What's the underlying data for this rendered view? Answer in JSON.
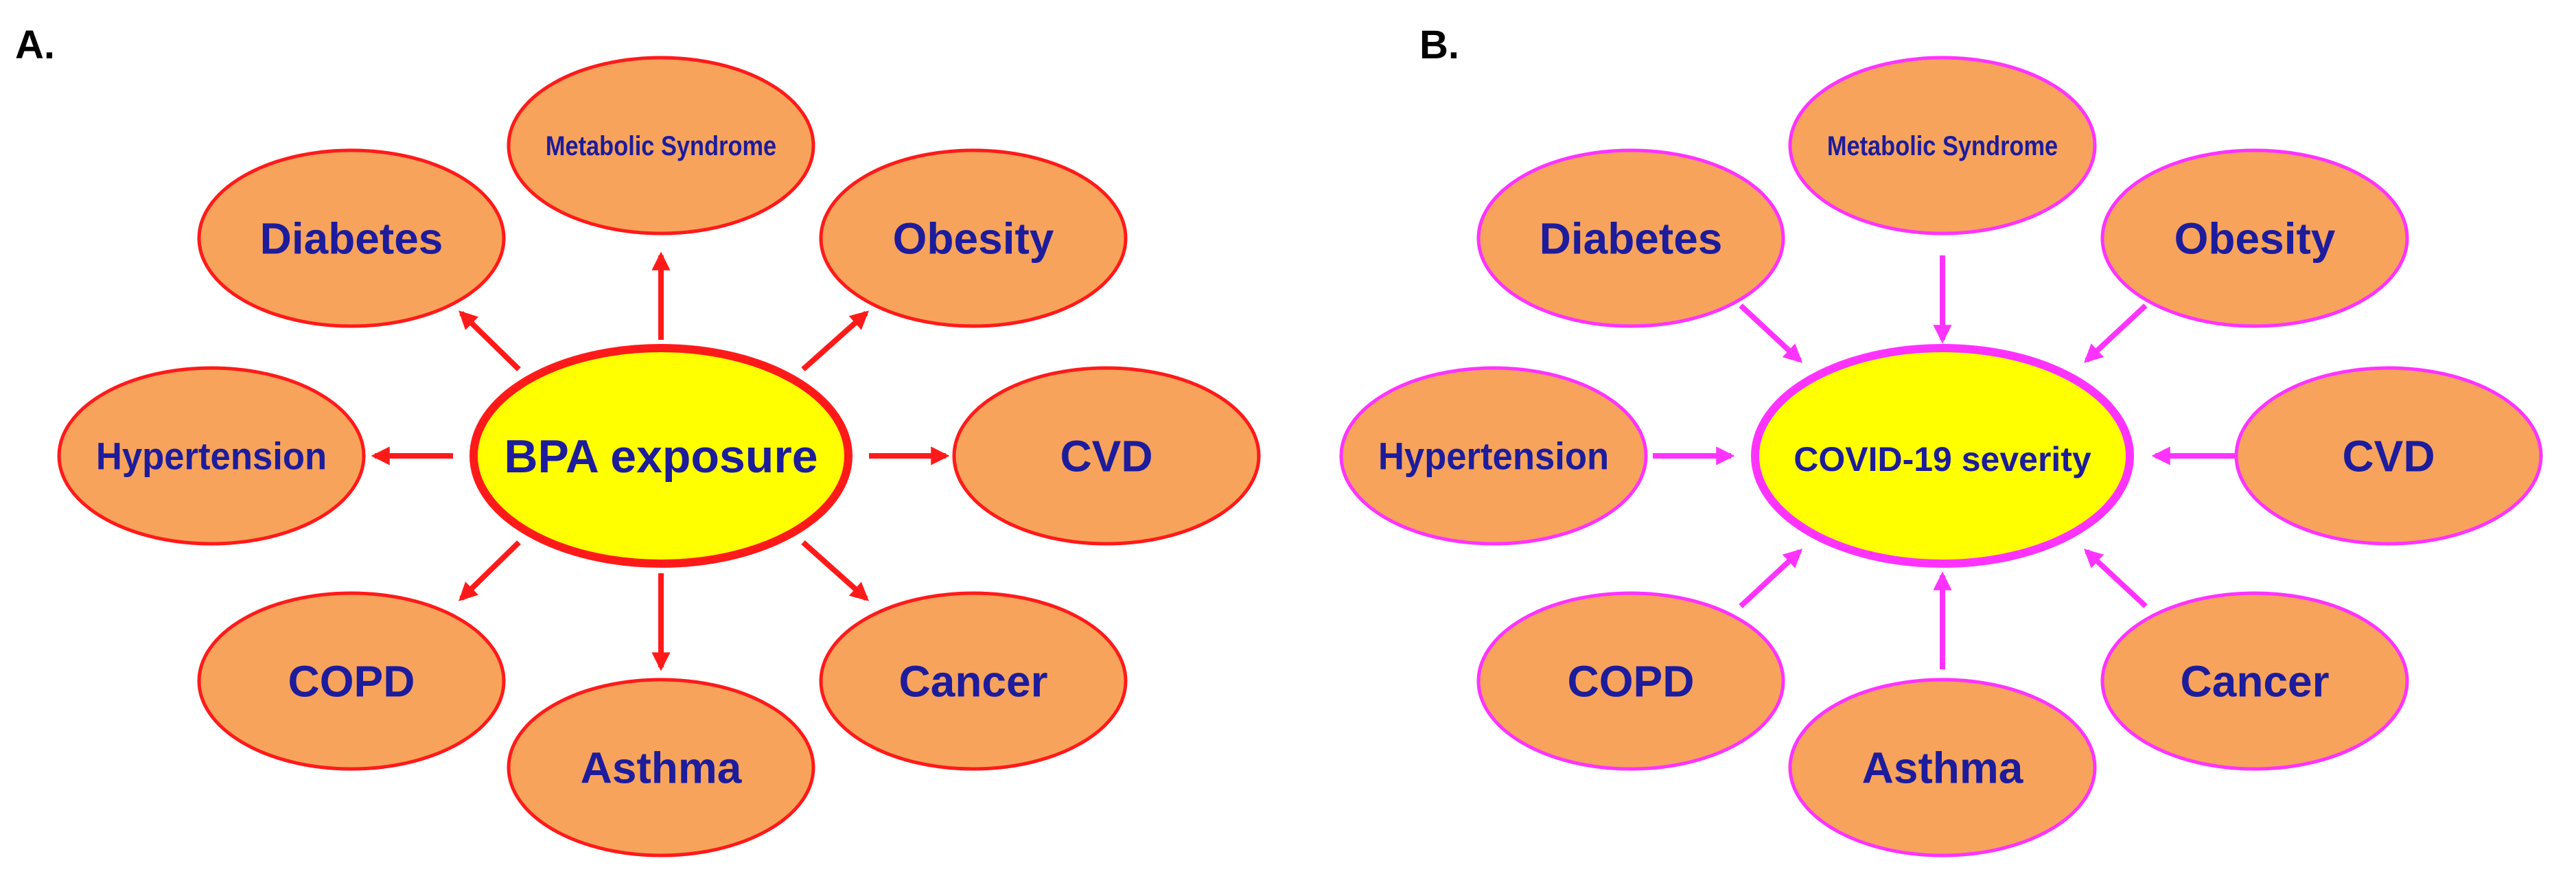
{
  "colors": {
    "node_fill": "#F7A35C",
    "center_fill": "#FFFF00",
    "text": "#1C1C9C",
    "panel_a_accent": "#FF1A1A",
    "panel_b_accent": "#FF33FF"
  },
  "panels": [
    {
      "label": "A.",
      "center": "BPA exposure",
      "arrow_direction": "outward",
      "nodes": [
        {
          "label": "Metabolic Syndrome"
        },
        {
          "label": "Obesity"
        },
        {
          "label": "CVD"
        },
        {
          "label": "Cancer"
        },
        {
          "label": "Asthma"
        },
        {
          "label": "COPD"
        },
        {
          "label": "Hypertension"
        },
        {
          "label": "Diabetes"
        }
      ]
    },
    {
      "label": "B.",
      "center": "COVID-19 severity",
      "arrow_direction": "inward",
      "nodes": [
        {
          "label": "Metabolic Syndrome"
        },
        {
          "label": "Obesity"
        },
        {
          "label": "CVD"
        },
        {
          "label": "Cancer"
        },
        {
          "label": "Asthma"
        },
        {
          "label": "COPD"
        },
        {
          "label": "Hypertension"
        },
        {
          "label": "Diabetes"
        }
      ]
    }
  ]
}
